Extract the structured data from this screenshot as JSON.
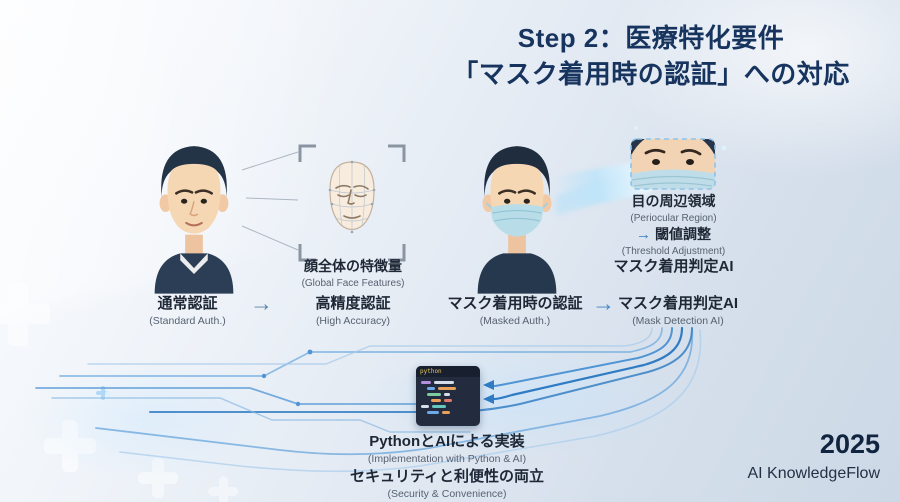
{
  "title": {
    "line1": "Step 2：医療特化要件",
    "line2": "「マスク着用時の認証」への対応"
  },
  "standard_flow": {
    "feature": {
      "jp": "顔全体の特徴量",
      "en": "(Global Face Features)"
    },
    "source": {
      "jp": "通常認証",
      "en": "(Standard Auth.)"
    },
    "arrow": "→",
    "result": {
      "jp": "高精度認証",
      "en": "(High Accuracy)"
    }
  },
  "masked_flow": {
    "periocular": {
      "jp": "目の周辺領域",
      "en": "(Periocular Region)"
    },
    "threshold_arrow": "→",
    "threshold": {
      "jp": "閾値調整",
      "en": "(Threshold Adjustment)"
    },
    "mask_ai": "マスク着用判定AI",
    "source": {
      "jp": "マスク着用時の認証",
      "en": "(Masked Auth.)"
    },
    "arrow": "→",
    "result": {
      "jp": "マスク着用判定AI",
      "en": "(Mask Detection AI)"
    }
  },
  "implementation": {
    "editor_tab": "python",
    "impl": {
      "jp": "PythonとAIによる実装",
      "en": "(Implementation with Python & AI)"
    },
    "benefit": {
      "jp": "セキュリティと利便性の両立",
      "en": "(Security & Convenience)"
    }
  },
  "footer": {
    "year": "2025",
    "brand": "AI KnowledgeFlow"
  },
  "colors": {
    "title_navy": "#17345f",
    "accent_blue": "#2f7cc4",
    "label_dark": "#1d2735",
    "label_gray": "#566171",
    "mask_teal": "#b9dde8"
  }
}
